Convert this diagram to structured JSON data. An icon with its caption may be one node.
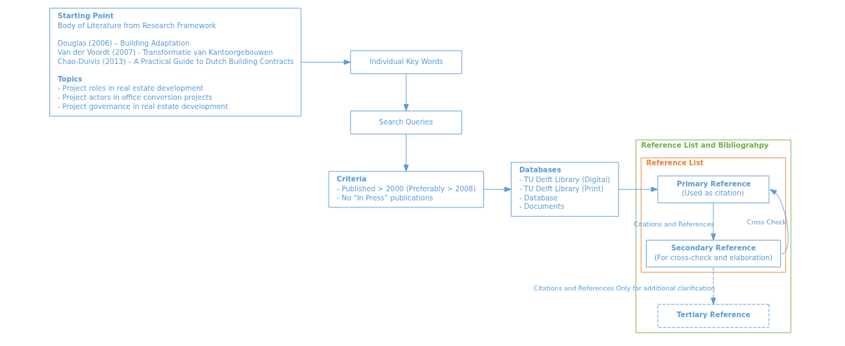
{
  "diagram": {
    "nodes": [
      {
        "text": [
          "Starting Point",
          "Body of Literature from Research Framework",
          "Douglas (2006) – Building Adaptation",
          "Van der Voordt (2007) - Transformatie van Kantoorgebouwen",
          "Chao-Duivis (2013) – A Practical Guide to Dutch Building Contracts",
          "Topics",
          "- Project roles in real estate development",
          "- Project actors in office conversion projects",
          "- Project governance in real estate development"
        ]
      },
      {
        "text": [
          "Individual Key Words"
        ]
      },
      {
        "text": [
          "Search Queries"
        ]
      },
      {
        "text": [
          "Criteria",
          "- Published > 2000 (Preferably > 2008)",
          "- No “In Press” publications"
        ]
      },
      {
        "text": [
          "Databases",
          "- TU Delft Library (Digital)",
          "- TU Delft Library (Print)",
          "- Database",
          "- Documents"
        ]
      },
      {
        "text": [
          "Reference List and Bibliograhpy"
        ]
      },
      {
        "text": [
          "Reference List"
        ],
        "in": 5
      },
      {
        "text": [
          "Primary Reference",
          "(Used as citation)"
        ],
        "in": 6
      },
      {
        "text": [
          "Secondary Reference",
          "(For cross-check and elaboration)"
        ],
        "in": 6
      },
      {
        "text": [
          "Tertiary Reference"
        ],
        "in": 5
      }
    ],
    "edges": [
      {
        "from": 0,
        "to": 1,
        "arrow": "to"
      },
      {
        "from": 1,
        "to": 2,
        "arrow": "to"
      },
      {
        "from": 2,
        "to": 3,
        "arrow": "to"
      },
      {
        "from": 3,
        "to": 4,
        "arrow": "to"
      },
      {
        "from": 4,
        "to": 7,
        "arrow": "to"
      },
      {
        "from": 7,
        "to": 8,
        "arrow": "to",
        "label": "Citations and References"
      },
      {
        "from": 8,
        "to": 7,
        "arrow": "to",
        "label": "Cross Check"
      },
      {
        "from": 8,
        "to": 9,
        "arrow": "to",
        "style": "dashed",
        "label": "Citations and References Only for additional clarification"
      }
    ]
  }
}
